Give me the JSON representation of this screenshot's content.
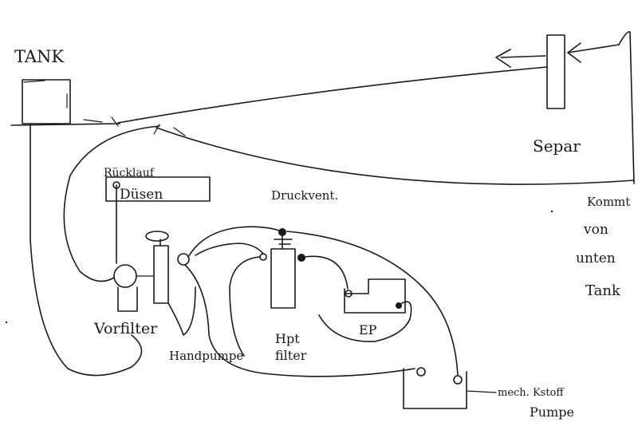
{
  "labels": {
    "tank": "TANK",
    "separ": "Separ",
    "ruecklauf": "Rücklauf",
    "duesen": "Düsen",
    "druckventil": "Druckvent.",
    "vorfilter": "Vorfilter",
    "handpumpe": "Handpumpe",
    "hptfilter_1": "Hpt",
    "hptfilter_2": "filter",
    "ep": "EP",
    "kommt_1": "Kommt",
    "kommt_2": "von",
    "kommt_3": "unten",
    "kommt_4": "Tank",
    "mech_pumpe_1": "mech. Kstoff",
    "mech_pumpe_2": "Pumpe"
  }
}
